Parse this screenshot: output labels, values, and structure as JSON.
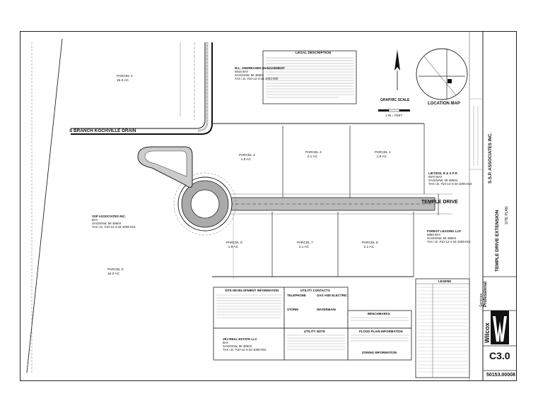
{
  "drain_label": "S BRANCH KOCHVILLE DRAIN",
  "road_label": "TEMPLE DRIVE",
  "parcels": {
    "p4": {
      "name": "PARCEL 4",
      "area": "16.0 AC"
    },
    "p3": {
      "name": "PARCEL 3",
      "area": "1.8 AC"
    },
    "p2": {
      "name": "PARCEL 2",
      "area": "2.1 AC"
    },
    "p1": {
      "name": "PARCEL 1",
      "area": "1.8 AC"
    },
    "p6": {
      "name": "PARCEL 6",
      "area": "1.8 AC"
    },
    "p7": {
      "name": "PARCEL 7",
      "area": "2.1 AC"
    },
    "p8": {
      "name": "PARCEL 8",
      "area": "2.1 AC"
    },
    "p5": {
      "name": "PARCEL 5",
      "area": "16.0 AC"
    }
  },
  "owners": {
    "andreasen": {
      "name": "M.L. ANDREASEN MANAGEMENT",
      "addr1": "5915 BAY",
      "addr2": "SAGINAW, MI 48604",
      "tax": "TAX I.D. #10-12-4-34-1002-000"
    },
    "ssp": {
      "name": "SSP ASSOCIATES INC.",
      "addr1": "BAY",
      "addr2": "SAGINAW, MI 48604",
      "tax": "TAX I.D. #10-12-4-34-1006-015"
    },
    "lietzke": {
      "name": "LIETZKE, R & A P R",
      "addr1": "5570 BAY",
      "addr2": "SAGINAW, MI 48604",
      "tax": "TAX I.D. #10-12-4-34-1005-015"
    },
    "forest": {
      "name": "FOREST LEASING LLP",
      "addr1": "5855 BAY",
      "addr2": "SAGINAW, MI 48604",
      "tax": "TAX I.D. #10-12-4-34-1008-016"
    },
    "jrj": {
      "name": "JRJ REAL ESTATE LLC",
      "addr1": "BAY",
      "addr2": "SAGINAW, MI 48604",
      "tax": "TAX I.D. #10-12-4-34-1008-002"
    }
  },
  "legal_description": {
    "title": "LEGAL DESCRIPTION"
  },
  "graphic_scale": {
    "title": "GRAPHIC SCALE",
    "note": "1 IN = FEET"
  },
  "location_map": {
    "title": "LOCATION MAP"
  },
  "site_info": {
    "title": "SITE DEVELOPMENT INFORMATION"
  },
  "utility_contacts": {
    "title": "UTILITY CONTACTS",
    "telephone": "TELEPHONE",
    "gas_electric": "GAS AND ELECTRIC",
    "storm": "STORM",
    "watermain": "WATERMAIN"
  },
  "benchmarks": {
    "title": "BENCHMARKS"
  },
  "flood_plain": {
    "title": "FLOOD PLAIN INFORMATION"
  },
  "zoning": {
    "title": "ZONING INFORMATION"
  },
  "utility_note": {
    "title": "UTILITY NOTE"
  },
  "legend": {
    "title": "LEGEND"
  },
  "title_block": {
    "company1": "Wilcox",
    "company2": "Professional",
    "company3": "Services",
    "project": "TEMPLE DRIVE EXTENSION",
    "sheet_title": "SITE PLAN",
    "client": "S.S.P. ASSOCIATES INC.",
    "sheet_no": "C3.0",
    "job_no": "50153.00008"
  }
}
